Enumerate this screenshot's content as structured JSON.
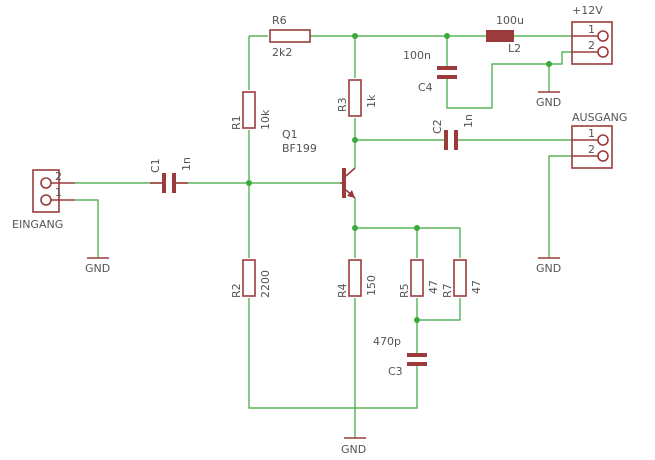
{
  "colors": {
    "wire": "#3aa83a",
    "component": "#9b3b3b",
    "text": "#555555",
    "background": "#ffffff"
  },
  "connectors": {
    "eingang": {
      "name": "EINGANG",
      "pin1": "1",
      "pin2": "2"
    },
    "supply": {
      "name": "+12V",
      "pin1": "1",
      "pin2": "2"
    },
    "ausgang": {
      "name": "AUSGANG",
      "pin1": "1",
      "pin2": "2"
    }
  },
  "components": {
    "r1": {
      "name": "R1",
      "value": "10k"
    },
    "r2": {
      "name": "R2",
      "value": "2200"
    },
    "r3": {
      "name": "R3",
      "value": "1k"
    },
    "r4": {
      "name": "R4",
      "value": "150"
    },
    "r5": {
      "name": "R5",
      "value": "47"
    },
    "r6": {
      "name": "R6",
      "value": "2k2"
    },
    "r7": {
      "name": "R7",
      "value": "47"
    },
    "c1": {
      "name": "C1",
      "value": "1n"
    },
    "c2": {
      "name": "C2",
      "value": "1n"
    },
    "c3": {
      "name": "C3",
      "value": "470p"
    },
    "c4": {
      "name": "C4",
      "value": "100n"
    },
    "l2": {
      "name": "L2",
      "value": "100u"
    },
    "q1": {
      "name": "Q1",
      "value": "BF199"
    }
  },
  "gnd_label": "GND"
}
